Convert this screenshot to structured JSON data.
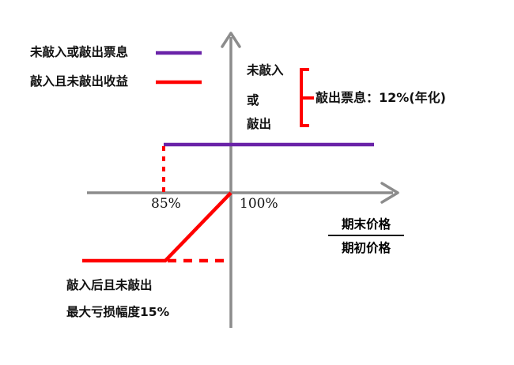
{
  "chart_data": {
    "type": "line",
    "title": "",
    "xlabel_numerator": "期末价格",
    "xlabel_denominator": "期初价格",
    "ylabel": "",
    "x_ticks": [
      "85%",
      "100%"
    ],
    "x_tick_values": [
      85,
      100
    ],
    "grid": false,
    "legend_position": "top-left",
    "series": [
      {
        "name": "未敲入或敲出票息",
        "color": "#6A23A8",
        "style": "solid",
        "description": "Flat coupon payoff line at +12% annualised, drawn from 85% rightwards",
        "points": [
          [
            85,
            12
          ],
          [
            145,
            12
          ]
        ]
      },
      {
        "name": "敲入且未敲出收益",
        "color": "#FF0000",
        "style": "solid",
        "description": "Loss payoff: flat at -15% below 85%, rising linearly from 85% to break-even at 100%",
        "points": [
          [
            63,
            -15
          ],
          [
            85,
            -15
          ],
          [
            100,
            0
          ]
        ]
      },
      {
        "name": "敲入且未敲出收益 (dashed extension)",
        "color": "#FF0000",
        "style": "dashed",
        "description": "Dashed horizontal continuation at -15% from 85% to 100%",
        "points": [
          [
            85,
            -15
          ],
          [
            100,
            -15
          ]
        ]
      },
      {
        "name": "敲入边界",
        "color": "#FF0000",
        "style": "dashed",
        "description": "Vertical dashed knock-in barrier at 85% from x-axis up to coupon line",
        "points": [
          [
            85,
            0
          ],
          [
            85,
            12
          ]
        ]
      }
    ]
  },
  "legend": {
    "items": [
      {
        "label": "未敲入或敲出票息",
        "color": "#6A23A8",
        "swatch": "line-swatch"
      },
      {
        "label": "敲入且未敲出收益",
        "color": "#FF0000",
        "swatch": "line-swatch"
      }
    ]
  },
  "annotation": {
    "brace_color": "#FF0000",
    "stack": [
      "未敲入",
      "或",
      "敲出"
    ],
    "main_text": "敲出票息：12%(年化)",
    "coupon_rate": "12%",
    "coupon_basis": "(年化)"
  },
  "axes": {
    "x_tick_left": "85%",
    "x_tick_right": "100%",
    "x_label_numerator": "期末价格",
    "x_label_denominator": "期初价格",
    "axis_color": "#8C8C8C"
  },
  "bottom_note": {
    "line1": "敲入后且未敲出",
    "line2": "最大亏损幅度15%",
    "max_loss": "15%"
  },
  "colors": {
    "coupon_purple": "#6A23A8",
    "loss_red": "#FF0000",
    "axis_gray": "#8C8C8C",
    "text_black": "#111111",
    "background": "#FFFFFF"
  }
}
